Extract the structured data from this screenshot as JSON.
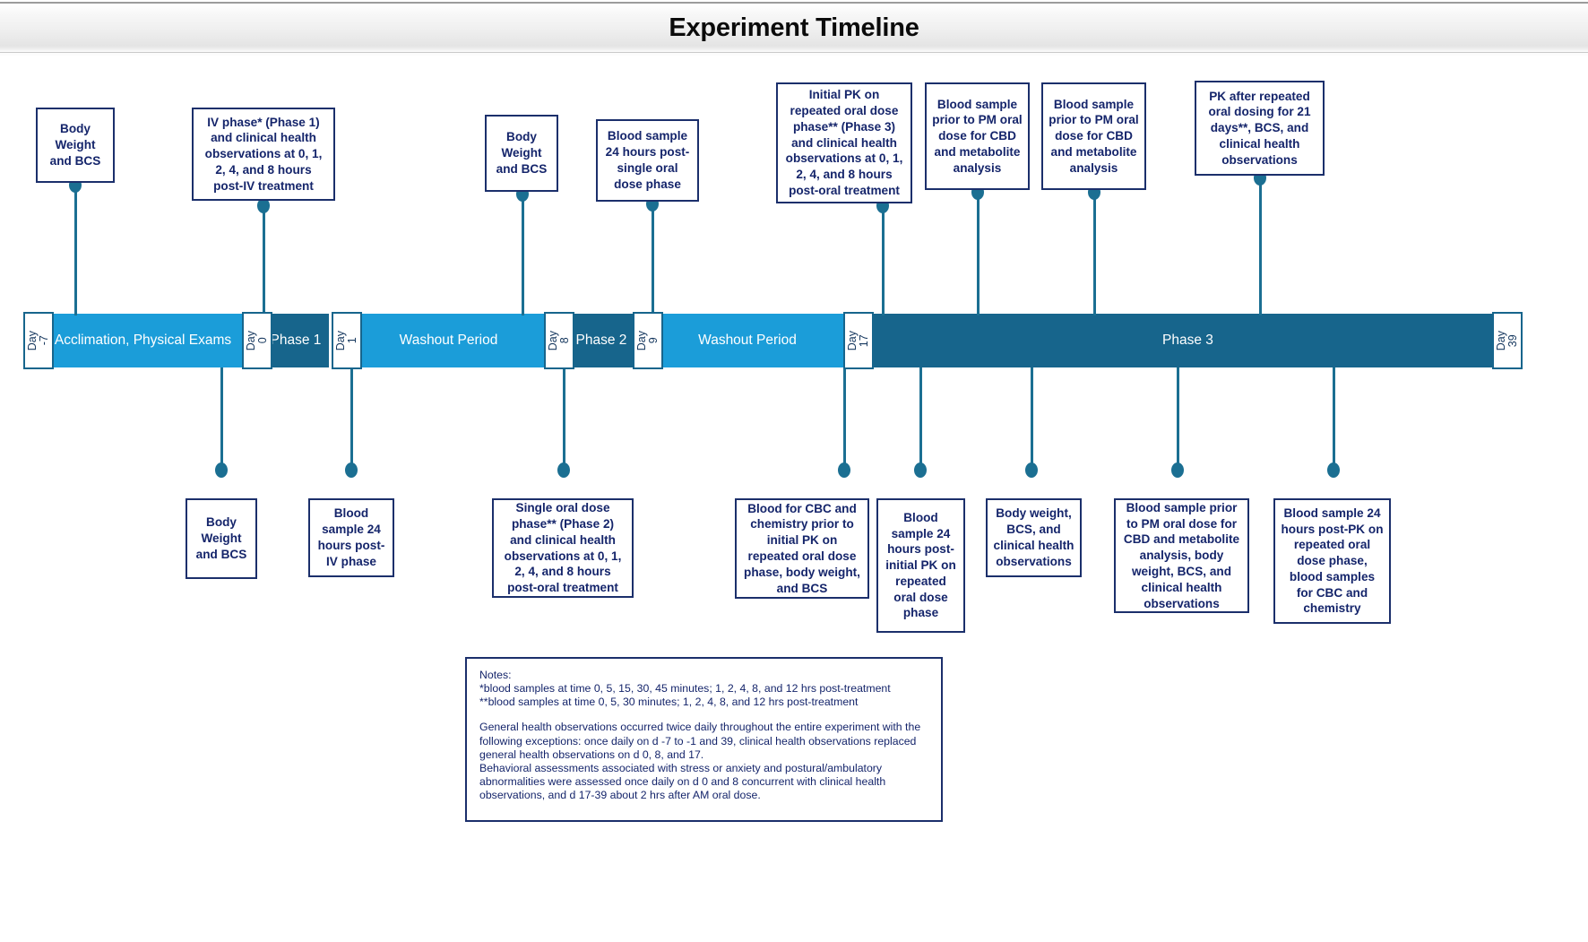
{
  "header": {
    "title": "Experiment Timeline"
  },
  "colors": {
    "light_segment": "#1b9dd9",
    "dark_segment": "#17658c",
    "connector": "#1b6f92",
    "box_border": "#1b2f6b",
    "box_text": "#15256b",
    "title_text": "#0b0b0b"
  },
  "timeline": {
    "segments": [
      {
        "label": "Acclimation, Physical Exams",
        "tone": "light"
      },
      {
        "label": "Phase 1",
        "tone": "dark"
      },
      {
        "label": "Washout Period",
        "tone": "light"
      },
      {
        "label": "Phase 2",
        "tone": "dark"
      },
      {
        "label": "Washout Period",
        "tone": "light"
      },
      {
        "label": "Phase 3",
        "tone": "dark"
      }
    ],
    "day_markers": [
      {
        "label": "Day -7"
      },
      {
        "label": "Day 0"
      },
      {
        "label": "Day 1"
      },
      {
        "label": "Day 8"
      },
      {
        "label": "Day 9"
      },
      {
        "label": "Day 17"
      },
      {
        "label": "Day 39"
      }
    ]
  },
  "callouts_above": [
    {
      "text": "Body Weight and BCS"
    },
    {
      "text": "IV phase* (Phase 1) and clinical health observations at 0, 1, 2, 4, and 8 hours post-IV treatment"
    },
    {
      "text": "Body Weight and BCS"
    },
    {
      "text": "Blood sample 24 hours post-single oral dose phase"
    },
    {
      "text": "Initial PK on repeated oral dose phase** (Phase 3) and clinical health observations at 0, 1, 2, 4, and 8 hours post-oral treatment"
    },
    {
      "text": "Blood sample prior to PM oral dose for CBD and metabolite analysis"
    },
    {
      "text": "Blood sample prior to PM oral dose for CBD and metabolite analysis"
    },
    {
      "text": "PK after repeated oral dosing for 21 days**, BCS, and clinical health observations"
    }
  ],
  "callouts_below": [
    {
      "text": "Body Weight and BCS"
    },
    {
      "text": "Blood sample 24 hours post-IV phase"
    },
    {
      "text": "Single oral dose phase** (Phase 2) and clinical health observations at 0, 1, 2, 4, and 8 hours post-oral treatment"
    },
    {
      "text": "Blood for CBC and chemistry prior to initial PK on repeated oral dose phase, body weight, and BCS"
    },
    {
      "text": "Blood sample 24 hours post-initial PK on repeated oral dose phase"
    },
    {
      "text": "Body weight, BCS, and clinical health observations"
    },
    {
      "text": "Blood sample prior to PM oral dose for CBD and metabolite analysis, body weight, BCS, and clinical health observations"
    },
    {
      "text": "Blood sample 24 hours post-PK on repeated oral dose phase, blood samples for CBC and chemistry"
    }
  ],
  "notes": {
    "heading": "Notes:",
    "line1": "*blood samples at time 0, 5, 15, 30, 45 minutes; 1, 2, 4, 8, and 12 hrs post-treatment",
    "line2": "**blood samples at time 0, 5, 30 minutes; 1, 2, 4, 8, and 12 hrs post-treatment",
    "para1": "General health observations occurred twice daily throughout the entire experiment with the following exceptions: once daily on d -7 to -1 and 39, clinical health observations replaced general health observations on d 0, 8, and 17.",
    "para2": "Behavioral assessments associated with stress or anxiety and postural/ambulatory abnormalities were assessed once daily on d 0 and 8 concurrent with clinical health observations,  and d 17-39 about 2 hrs after AM oral dose."
  }
}
